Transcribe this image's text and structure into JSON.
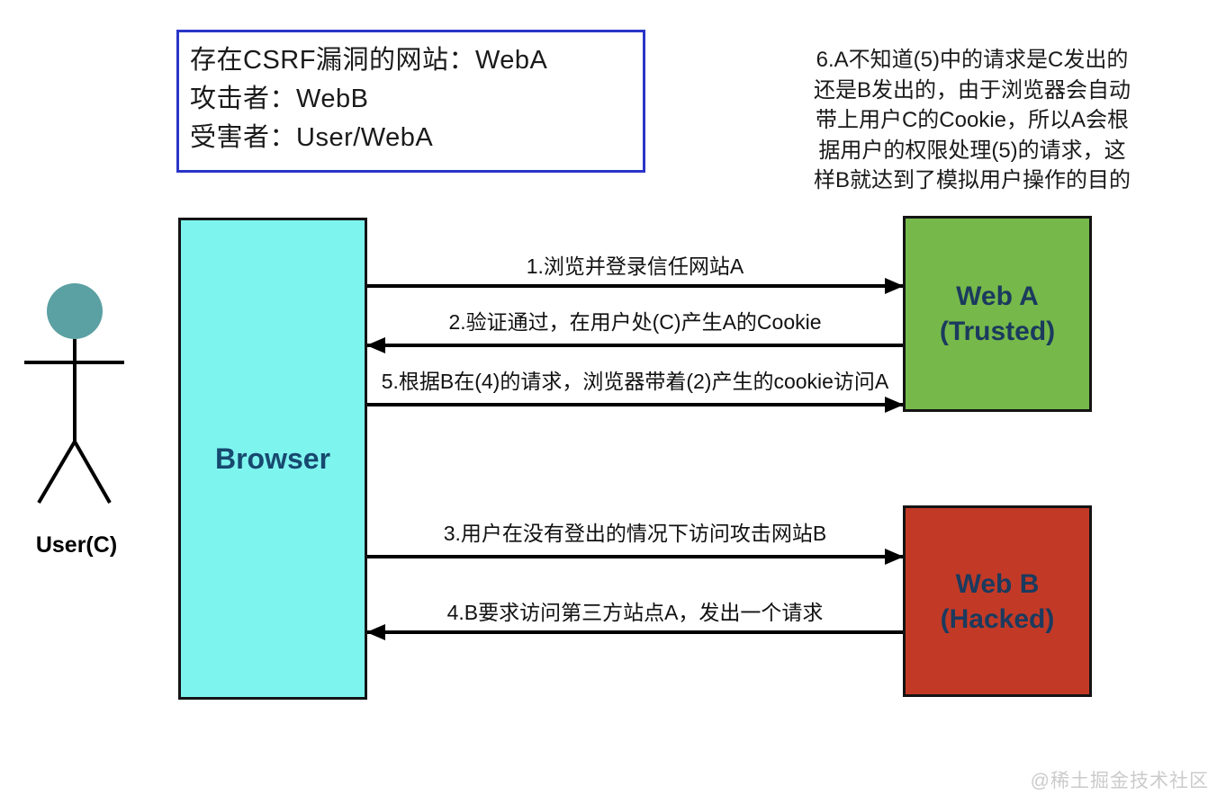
{
  "info_box": {
    "lines": [
      "存在CSRF漏洞的网站：WebA",
      "攻击者：WebB",
      "受害者：User/WebA"
    ]
  },
  "note": {
    "lines": [
      "6.A不知道(5)中的请求是C发出的",
      "还是B发出的，由于浏览器会自动",
      "带上用户C的Cookie，所以A会根",
      "据用户的权限处理(5)的请求，这",
      "样B就达到了模拟用户操作的目的"
    ]
  },
  "nodes": {
    "user": {
      "label": "User(C)"
    },
    "browser": {
      "label": "Browser"
    },
    "web_a": {
      "title": "Web A",
      "subtitle": "(Trusted)"
    },
    "web_b": {
      "title": "Web B",
      "subtitle": "(Hacked)"
    }
  },
  "arrows": [
    {
      "step": 1,
      "label": "1.浏览并登录信任网站A",
      "from": "Browser",
      "to": "Web A",
      "direction": "right"
    },
    {
      "step": 2,
      "label": "2.验证通过，在用户处(C)产生A的Cookie",
      "from": "Web A",
      "to": "Browser",
      "direction": "left"
    },
    {
      "step": 5,
      "label": "5.根据B在(4)的请求，浏览器带着(2)产生的cookie访问A",
      "from": "Browser",
      "to": "Web A",
      "direction": "right"
    },
    {
      "step": 3,
      "label": "3.用户在没有登出的情况下访问攻击网站B",
      "from": "Browser",
      "to": "Web B",
      "direction": "right"
    },
    {
      "step": 4,
      "label": "4.B要求访问第三方站点A，发出一个请求",
      "from": "Web B",
      "to": "Browser",
      "direction": "left"
    }
  ],
  "watermark": "@稀土掘金技术社区",
  "colors": {
    "background": "#ffffff",
    "info_border": "#2a35c8",
    "browser_fill": "#7ef4ef",
    "web_a_fill": "#76b94a",
    "web_b_fill": "#c23a26",
    "box_border": "#141414",
    "node_text": "#17496f",
    "web_text": "#1b3a5e",
    "head_fill": "#5ba0a2",
    "arrow": "#000000",
    "text": "#1a1a1a",
    "watermark": "#cbcbcb"
  }
}
